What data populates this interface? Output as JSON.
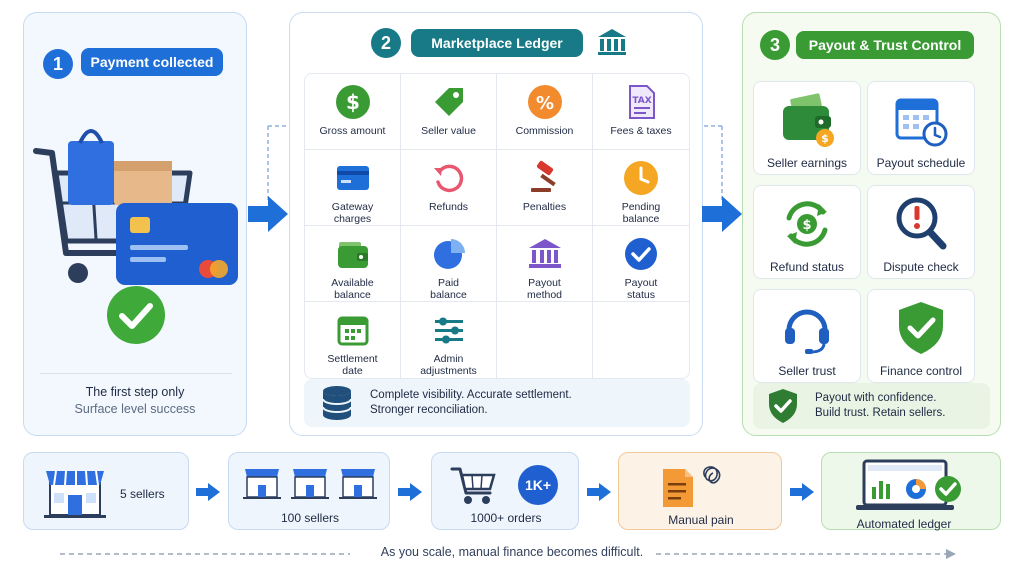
{
  "stage1": {
    "number": "1",
    "title": "Payment collected",
    "caption_main": "The first step only",
    "caption_sub": "Surface level success"
  },
  "stage2": {
    "number": "2",
    "title": "Marketplace Ledger",
    "items": [
      {
        "label": "Gross amount",
        "icon": "dollar-icon"
      },
      {
        "label": "Seller value",
        "icon": "tag-icon"
      },
      {
        "label": "Commission",
        "icon": "percent-icon"
      },
      {
        "label": "Fees & taxes",
        "icon": "tax-document-icon"
      },
      {
        "label": "Gateway\ncharges",
        "icon": "card-icon"
      },
      {
        "label": "Refunds",
        "icon": "refund-icon"
      },
      {
        "label": "Penalties",
        "icon": "gavel-icon"
      },
      {
        "label": "Pending\nbalance",
        "icon": "clock-icon"
      },
      {
        "label": "Available\nbalance",
        "icon": "wallet-icon"
      },
      {
        "label": "Paid\nbalance",
        "icon": "pie-icon"
      },
      {
        "label": "Payout\nmethod",
        "icon": "bank-icon"
      },
      {
        "label": "Payout\nstatus",
        "icon": "check-circle-icon"
      },
      {
        "label": "Settlement\ndate",
        "icon": "calendar-icon"
      },
      {
        "label": "Admin\nadjustments",
        "icon": "sliders-icon"
      },
      {
        "label": "",
        "icon": ""
      },
      {
        "label": "",
        "icon": ""
      }
    ],
    "summary": "Complete visibility. Accurate settlement.\nStronger reconciliation."
  },
  "stage3": {
    "number": "3",
    "title": "Payout & Trust Control",
    "cards": [
      {
        "label": "Seller earnings",
        "icon": "wallet-money-icon"
      },
      {
        "label": "Payout schedule",
        "icon": "calendar-clock-icon"
      },
      {
        "label": "Refund status",
        "icon": "refund-cycle-icon"
      },
      {
        "label": "Dispute check",
        "icon": "magnifier-alert-icon"
      },
      {
        "label": "Seller trust",
        "icon": "headset-icon"
      },
      {
        "label": "Finance control",
        "icon": "shield-check-icon"
      }
    ],
    "trust_text": "Payout with confidence.\nBuild trust. Retain sellers."
  },
  "scale": {
    "steps": [
      {
        "label": "5 sellers"
      },
      {
        "label": "100 sellers"
      },
      {
        "label": "1000+ orders",
        "badge": "1K+"
      },
      {
        "label": "Manual pain"
      },
      {
        "label": "Automated ledger"
      }
    ],
    "footer": "As you scale, manual finance becomes difficult."
  },
  "colors": {
    "blue": "#1f6fd8",
    "dark_blue": "#1f5fbf",
    "green": "#3a9b34",
    "teal": "#187a86",
    "orange": "#f39a37"
  }
}
